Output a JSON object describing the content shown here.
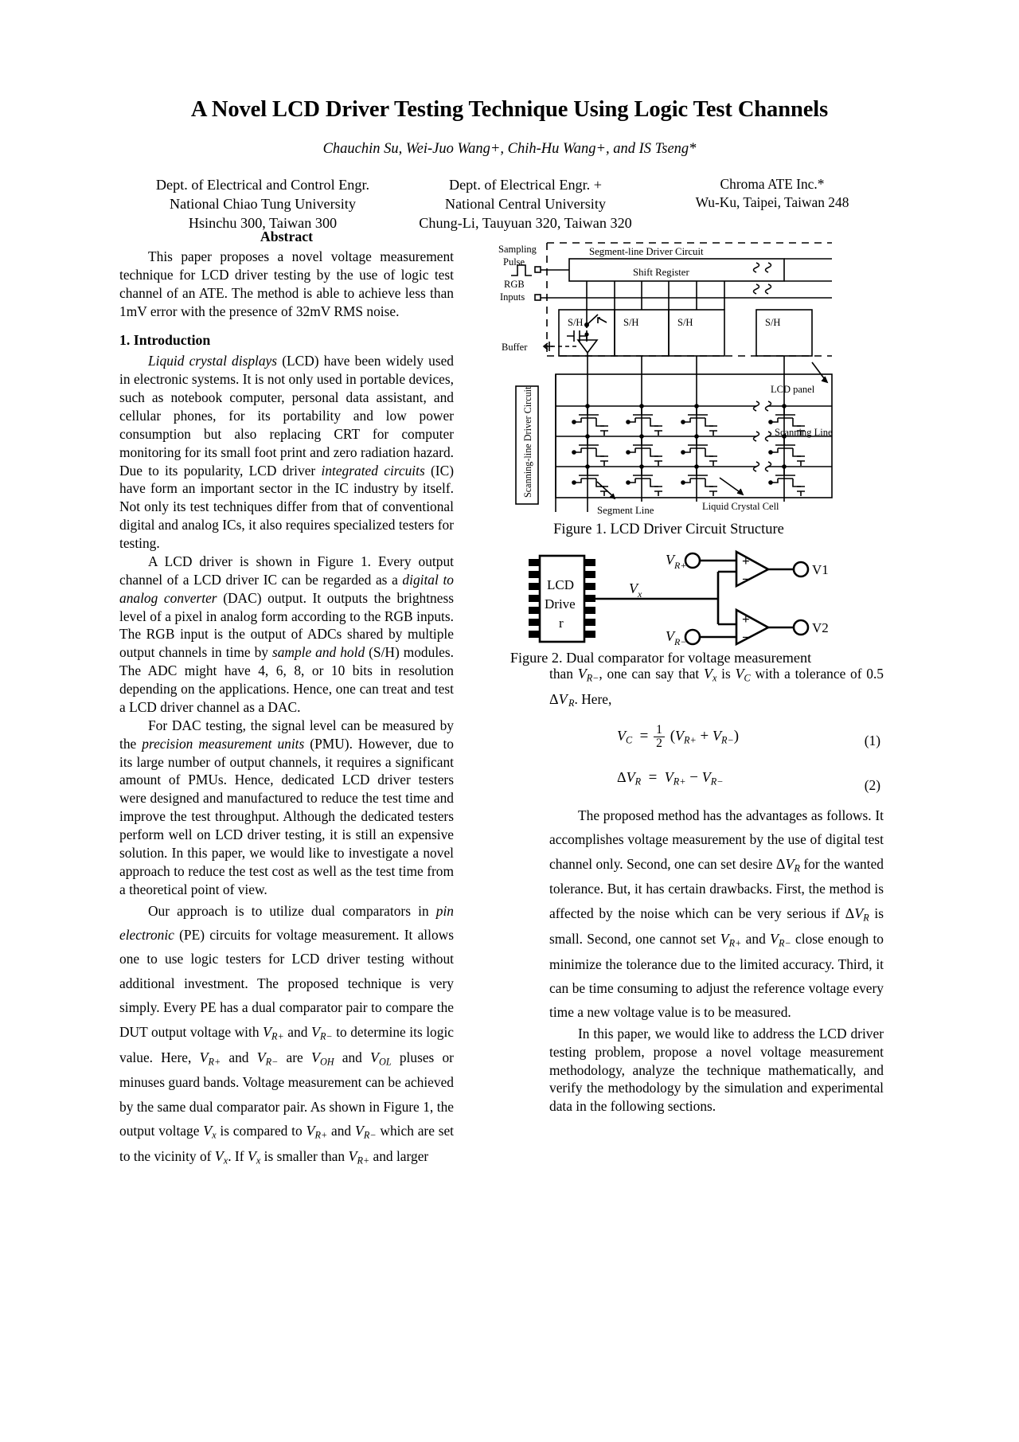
{
  "paper": {
    "title": "A Novel LCD Driver Testing Technique Using Logic Test Channels",
    "authors": "Chauchin Su, Wei-Juo Wang+, Chih-Hu Wang+, and IS Tseng*",
    "affiliations": [
      {
        "line1": "Dept. of Electrical and Control Engr.",
        "line2": "National Chiao Tung University",
        "line3": "Hsinchu 300, Taiwan 300"
      },
      {
        "line1": "Dept. of Electrical Engr. +",
        "line2": "National Central University",
        "line3": "Chung-Li, Tauyuan 320, Taiwan 320"
      },
      {
        "line1": "Chroma ATE Inc.*",
        "line2": "Wu-Ku, Taipei, Taiwan 248",
        "line3": ""
      }
    ]
  },
  "abstract": {
    "heading": "Abstract",
    "body": "This paper proposes a novel voltage measurement technique for LCD driver testing by the use of logic test channel of an ATE. The method is able to achieve less than 1mV error with the presence of 32mV RMS noise."
  },
  "introduction": {
    "heading": "1. Introduction",
    "p1_a": "Liquid crystal displays",
    "p1_b": " (LCD) have been widely used in electronic systems. It is not only used in portable devices, such as notebook computer, personal data assistant, and cellular phones, for its portability and low power consumption but also replacing CRT for computer monitoring for its small foot print and zero radiation hazard. Due to its popularity, LCD driver ",
    "p1_c": "integrated circuits",
    "p1_d": " (IC) have form an important sector in the IC industry by itself. Not only its test techniques differ from that of conventional digital and analog ICs, it also requires specialized testers for testing.",
    "p2_a": "A LCD driver is shown in Figure 1. Every output channel of a LCD driver IC can be regarded as a ",
    "p2_b": "digital to analog converter",
    "p2_c": " (DAC) output. It outputs the brightness level of a pixel in analog form according to the RGB inputs. The RGB input is the output of ADCs shared by multiple output channels in time by ",
    "p2_d": "sample and hold",
    "p2_e": " (S/H) modules. The ADC might have 4, 6, 8, or 10 bits in resolution depending on the applications. Hence, one can treat and test a LCD driver channel as a DAC.",
    "p3_a": "For DAC testing, the signal level can be measured by the ",
    "p3_b": "precision measurement units",
    "p3_c": " (PMU). However, due to its large number of output channels, it requires a significant amount of PMUs. Hence, dedicated LCD driver testers were designed and manufactured to reduce the test time and improve the test throughput. Although the dedicated testers perform well on LCD driver testing, it is still an expensive solution. In this paper, we would like to investigate a novel approach to reduce the test cost as well as the test time from a theoretical point of view.",
    "p4_a": "Our approach is to utilize dual comparators in ",
    "p4_b": "pin electronic",
    "p4_c": " (PE) circuits for voltage measurement. It allows one to use logic testers for LCD driver testing without additional investment. The proposed technique is very simply. Every PE has a dual comparator pair to compare the DUT output voltage with ",
    "p4_d": " and ",
    "p4_e": " to determine its logic value. Here, ",
    "p4_f": " and ",
    "p4_g": " are ",
    "p4_h": " and ",
    "p4_i": " pluses or minuses guard bands. Voltage measurement can be achieved by the same dual comparator pair. As shown in Figure 1, the output voltage ",
    "p4_j": " is compared to ",
    "p4_k": " and ",
    "p4_l": " which are set to the vicinity of ",
    "p4_m": ". If ",
    "p4_n": " is smaller than ",
    "p4_o": " and larger"
  },
  "right_column": {
    "p5_a": "than ",
    "p5_b": ", one can say that ",
    "p5_c": " is ",
    "p5_d": " with a tolerance of 0.5 ",
    "p5_e": ". Here,",
    "p6": "The proposed method has the advantages as follows. It accomplishes voltage measurement by the use of digital test channel only. Second, one can set desire ",
    "p6_b": " for the wanted tolerance. But, it has certain drawbacks. First, the method is affected by the noise which can be very serious if ",
    "p6_c": " is small. Second, one cannot set ",
    "p6_d": " and ",
    "p6_e": " close enough to minimize the tolerance due to the limited accuracy. Third, it can be time consuming to adjust the reference voltage every time a new voltage value is to be measured.",
    "p7": "In this paper, we would like to address the LCD driver testing problem, propose a novel voltage measurement methodology, analyze the technique mathematically, and verify the methodology by the simulation and experimental data in the following sections."
  },
  "equations": [
    {
      "number": "(1)",
      "latex": "V_C = 1/2 (V_R+ + V_R-)"
    },
    {
      "number": "(2)",
      "latex": "Delta V_R = V_R+ - V_R-"
    }
  ],
  "symbols": {
    "V_Rp": "V",
    "V_Rp_sub": "R+",
    "V_Rm": "V",
    "V_Rm_sub": "R−",
    "V_x": "V",
    "V_x_sub": "x",
    "V_C": "V",
    "V_C_sub": "C",
    "V_OH": "V",
    "V_OH_sub": "OH",
    "V_OL": "V",
    "V_OL_sub": "OL",
    "delta": "Δ"
  },
  "figure1": {
    "caption": "Figure 1. LCD Driver Circuit Structure",
    "labels": {
      "sampling_pulse_1": "Sampling",
      "sampling_pulse_2": "Pulse",
      "rgb_1": "RGB",
      "rgb_2": "Inputs",
      "buffer": "Buffer",
      "segment_driver": "Segment-line Driver Circuit",
      "shift_register": "Shift Register",
      "sh": "S/H",
      "scanning_driver": "Scanning-line Driver Circuit",
      "lcd_panel": "LCD panel",
      "scanning_line": "Scanning Line",
      "segment_line": "Segment Line",
      "liquid_crystal_cell": "Liquid Crystal Cell"
    }
  },
  "figure2": {
    "caption": "Figure 2. Dual comparator for voltage measurement",
    "labels": {
      "chip_1": "LCD",
      "chip_2": "Drive",
      "chip_3": "r",
      "vrp": "V",
      "vrp_sub": "R+",
      "vrm": "V",
      "vrm_sub": "R−",
      "vx": "V",
      "vx_sub": "x",
      "out1": "V1",
      "out2": "V2",
      "plus": "+",
      "minus": "−"
    }
  },
  "colors": {
    "ink": "#000000",
    "paper": "#ffffff"
  }
}
